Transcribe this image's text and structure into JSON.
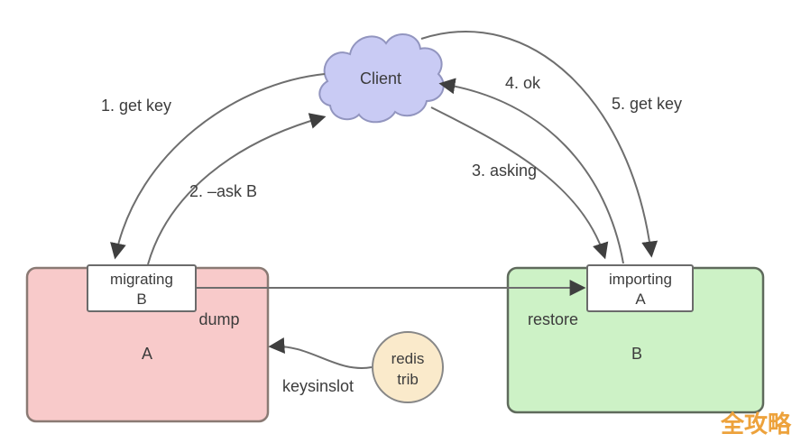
{
  "client": {
    "label": "Client"
  },
  "node_a": {
    "letter": "A",
    "tag_line1": "migrating",
    "tag_line2": "B",
    "operation": "dump"
  },
  "node_b": {
    "letter": "B",
    "tag_line1": "importing",
    "tag_line2": "A",
    "operation": "restore"
  },
  "trib": {
    "line1": "redis",
    "line2": "trib"
  },
  "steps": {
    "s1": "1. get key",
    "s2": "2. –ask B",
    "s3": "3. asking",
    "s4": "4. ok",
    "s5": "5. get key"
  },
  "keysinslot_label": "keysinslot",
  "watermark": "全攻略",
  "colors": {
    "node_a_fill": "#f8caca",
    "node_a_border": "#8a7a74",
    "node_b_fill": "#cdf2c6",
    "node_b_border": "#5f6a5c",
    "cloud_fill": "#c9cbf4",
    "cloud_border": "#9295bf",
    "trib_fill": "#faeacb",
    "trib_border": "#878787",
    "tag_fill": "#ffffff",
    "tag_border": "#6b6b6b",
    "arrow_stroke": "#6e6e6e",
    "arrowhead_fill": "#3f3f3f",
    "text": "#3c3c3c",
    "watermark": "#eda23c"
  }
}
